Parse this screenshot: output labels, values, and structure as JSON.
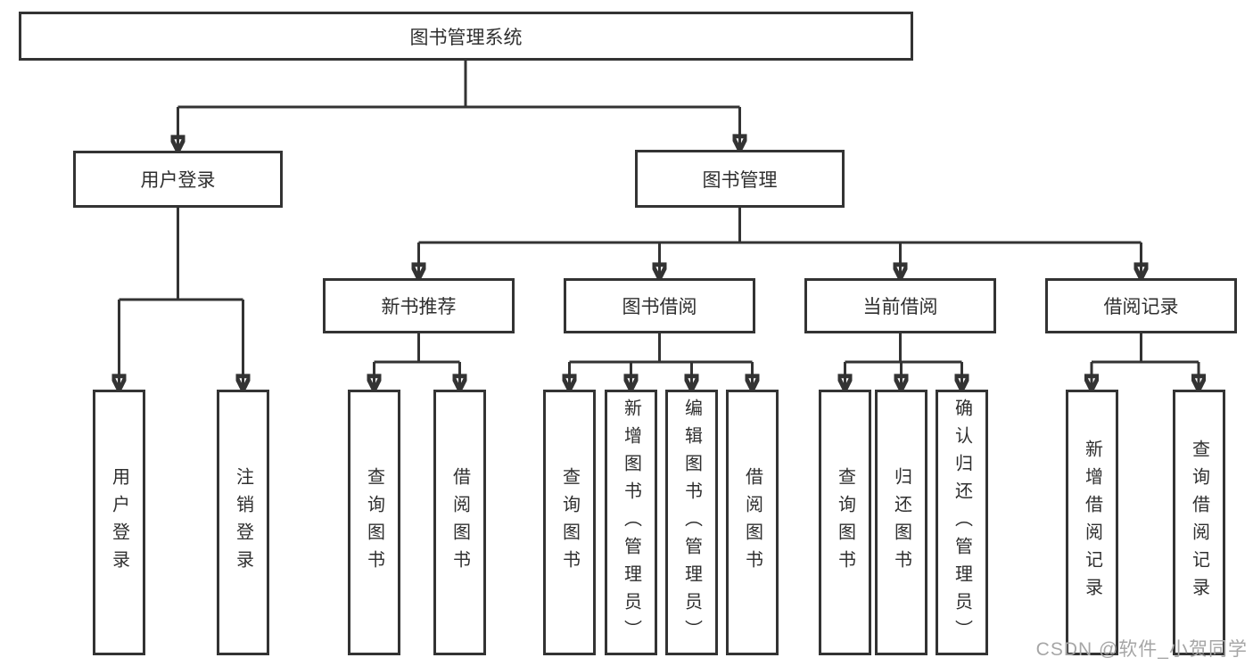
{
  "diagram": {
    "root": {
      "label": "图书管理系统"
    },
    "level2": [
      {
        "id": "user-login",
        "label": "用户登录"
      },
      {
        "id": "book-management",
        "label": "图书管理"
      }
    ],
    "level3": [
      {
        "id": "new-book-recommend",
        "label": "新书推荐"
      },
      {
        "id": "book-borrow",
        "label": "图书借阅"
      },
      {
        "id": "current-borrow",
        "label": "当前借阅"
      },
      {
        "id": "borrow-records",
        "label": "借阅记录"
      }
    ],
    "leaves": {
      "user_login": [
        "用户登录",
        "注销登录"
      ],
      "new_book_recommend": [
        "查询图书",
        "借阅图书"
      ],
      "book_borrow": [
        "查询图书",
        "新增图书（管理员）",
        "编辑图书（管理员）",
        "借阅图书"
      ],
      "current_borrow": [
        "查询图书",
        "归还图书",
        "确认归还（管理员）"
      ],
      "borrow_records": [
        "新增借阅记录",
        "查询借阅记录"
      ]
    }
  },
  "watermark": {
    "text": "CSDN @软件_小贺同学"
  },
  "colors": {
    "line": "#333333",
    "text": "#2f2f2f",
    "watermark": "#a6a6a6",
    "background": "#ffffff"
  }
}
